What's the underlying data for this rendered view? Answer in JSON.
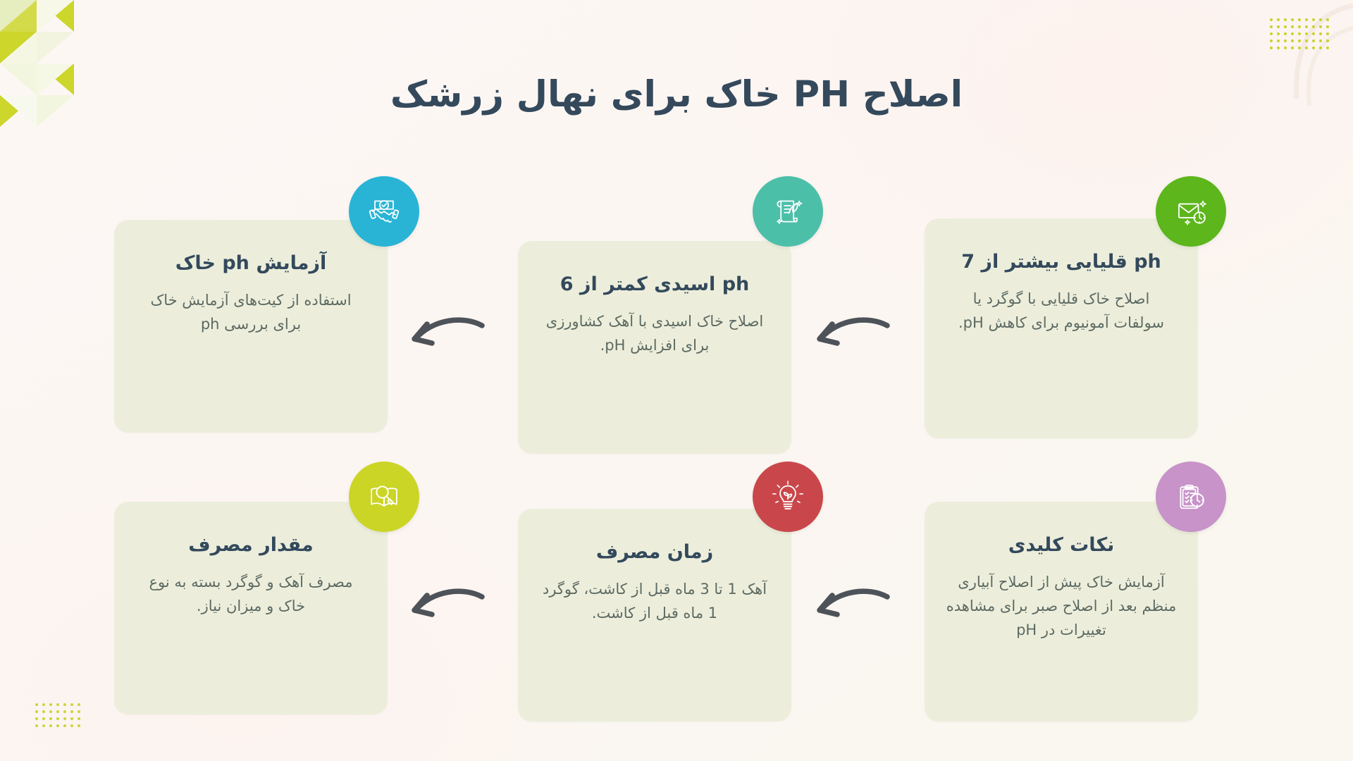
{
  "page": {
    "title": "اصلاح PH خاک برای نهال زرشک",
    "accent_title_color": "#34495b",
    "card_bg": "#eceedb",
    "background": "#fdf7f4"
  },
  "cards": [
    {
      "id": "soil-ph-test",
      "title": "آزمایش ph خاک",
      "body": "استفاده از کیت‌های آزمایش خاک برای بررسی ph",
      "icon": "handshake-check-icon",
      "icon_color": "#29b4d6"
    },
    {
      "id": "acidic-ph-below-6",
      "title": "ph اسیدی کمتر از 6",
      "body": "اصلاح خاک اسیدی با آهک کشاورزی برای افزایش pH.",
      "icon": "scroll-leaf-icon",
      "icon_color": "#4cbfa9"
    },
    {
      "id": "alkaline-ph-above-7",
      "title": "ph قلیایی بیشتر از 7",
      "body": "اصلاح خاک قلیایی با گوگرد یا سولفات آمونیوم برای کاهش pH.",
      "icon": "envelope-clock-icon",
      "icon_color": "#5cb61c"
    },
    {
      "id": "application-amount",
      "title": "مقدار مصرف",
      "body": "مصرف آهک و گوگرد بسته به نوع خاک و میزان نیاز.",
      "icon": "book-magnifier-icon",
      "icon_color": "#cbd526"
    },
    {
      "id": "application-time",
      "title": "زمان مصرف",
      "body": "آهک 1 تا 3 ماه قبل از کاشت، گوگرد 1 ماه قبل از کاشت.",
      "icon": "lightbulb-sprout-icon",
      "icon_color": "#c9474b"
    },
    {
      "id": "key-points",
      "title": "نکات کلیدی",
      "body": "آزمایش خاک پیش از اصلاح آبیاری منظم بعد از اصلاح صبر برای مشاهده تغییرات در pH",
      "icon": "clipboard-clock-icon",
      "icon_color": "#c793c8"
    }
  ],
  "decor": {
    "triangles_color": "#ccd62b",
    "dots_color": "#c9d12e",
    "arrow_color": "#4d5358"
  }
}
